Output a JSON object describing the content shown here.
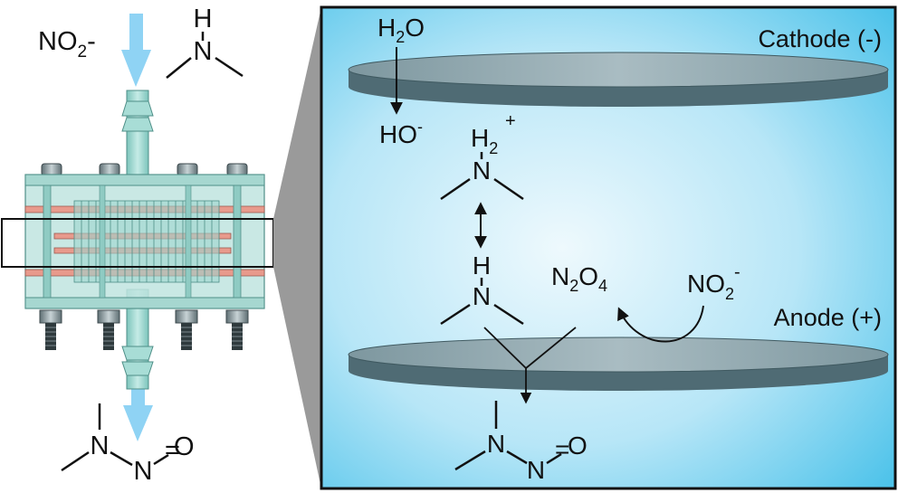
{
  "left": {
    "reactant_ion": {
      "base": "NO",
      "sub": "2",
      "sup": "-"
    },
    "amine_h": "H",
    "amine_n": "N",
    "product_n1": "N",
    "product_n2": "N",
    "product_o": "O",
    "eq": "="
  },
  "panel": {
    "cathode_label": "Cathode (-)",
    "anode_label": "Anode (+)",
    "water": {
      "base": "H",
      "sub": "2",
      "rest": "O"
    },
    "hydroxide": {
      "base": "HO",
      "sup": "-"
    },
    "protonated_amine": {
      "h": "H",
      "sub": "2",
      "sup": "+",
      "n": "N"
    },
    "amine": {
      "h": "H",
      "n": "N"
    },
    "dinitrogen_tetroxide": {
      "n": "N",
      "sub1": "2",
      "o": "O",
      "sub2": "4"
    },
    "nitrite": {
      "base": "NO",
      "sub": "2",
      "sup": "-"
    },
    "product": {
      "n1": "N",
      "n2": "N",
      "o": "O",
      "eq": "="
    }
  },
  "colors": {
    "arrow_blue": "#8fd3f4",
    "reactor_teal": "#9fd6cf",
    "electrode_gray": "#6f8a93",
    "copper": "#e89a8c",
    "panel_bg_center": "#eaf8fd",
    "panel_bg_edge": "#4ec3ea"
  }
}
